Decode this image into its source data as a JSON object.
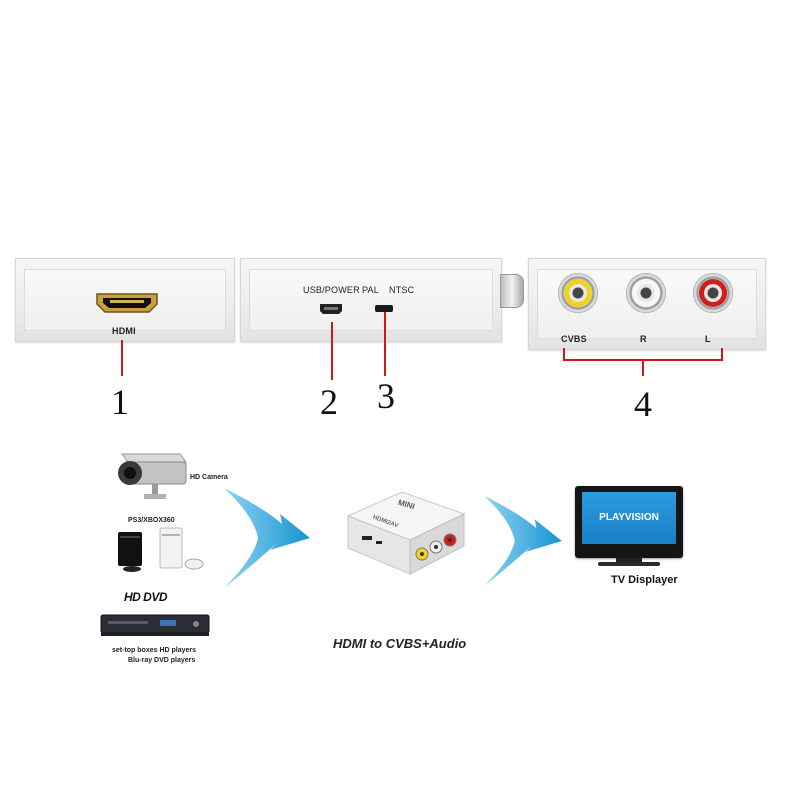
{
  "labels": {
    "hdmi": "HDMI",
    "usb_power": "USB/POWER",
    "pal": "PAL",
    "ntsc": "NTSC",
    "cvbs": "CVBS",
    "r": "R",
    "l": "L"
  },
  "numbers": [
    "1",
    "2",
    "3",
    "4"
  ],
  "sources": {
    "hd_camera": "HD Camera",
    "ps3_xbox": "PS3/XBOX360",
    "hd_dvd": "HD DVD",
    "settop_line1": "set-top boxes  HD players",
    "settop_line2": "Blu-ray DVD players"
  },
  "device": {
    "brand": "MINI",
    "model": "HDMI2AV"
  },
  "tv": {
    "screen_text": "PLAYVISION",
    "label": "TV Displayer"
  },
  "caption": "HDMI to CVBS+Audio",
  "colors": {
    "leader": "#d01818",
    "arrow": "#1aa0d8",
    "tv_screen": "#1e8fd8",
    "cvbs_jack": "#f2d21a",
    "r_jack": "#f4f4f4",
    "l_jack": "#d0201e"
  }
}
